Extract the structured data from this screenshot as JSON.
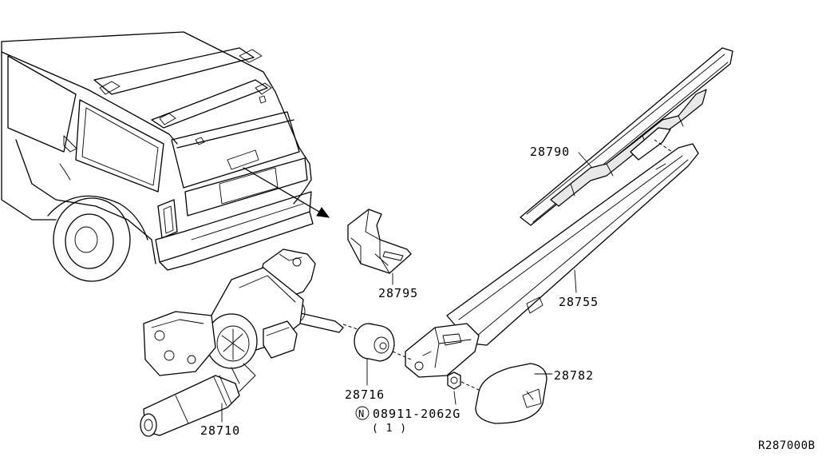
{
  "parts": {
    "blade": "28790",
    "arm": "28755",
    "bracket": "28795",
    "seal": "28716",
    "motor": "28710",
    "cap": "28782",
    "nut_symbol": "N",
    "nut": "08911-2062G",
    "nut_qty": "( 1 )"
  },
  "reference": "R287000B"
}
